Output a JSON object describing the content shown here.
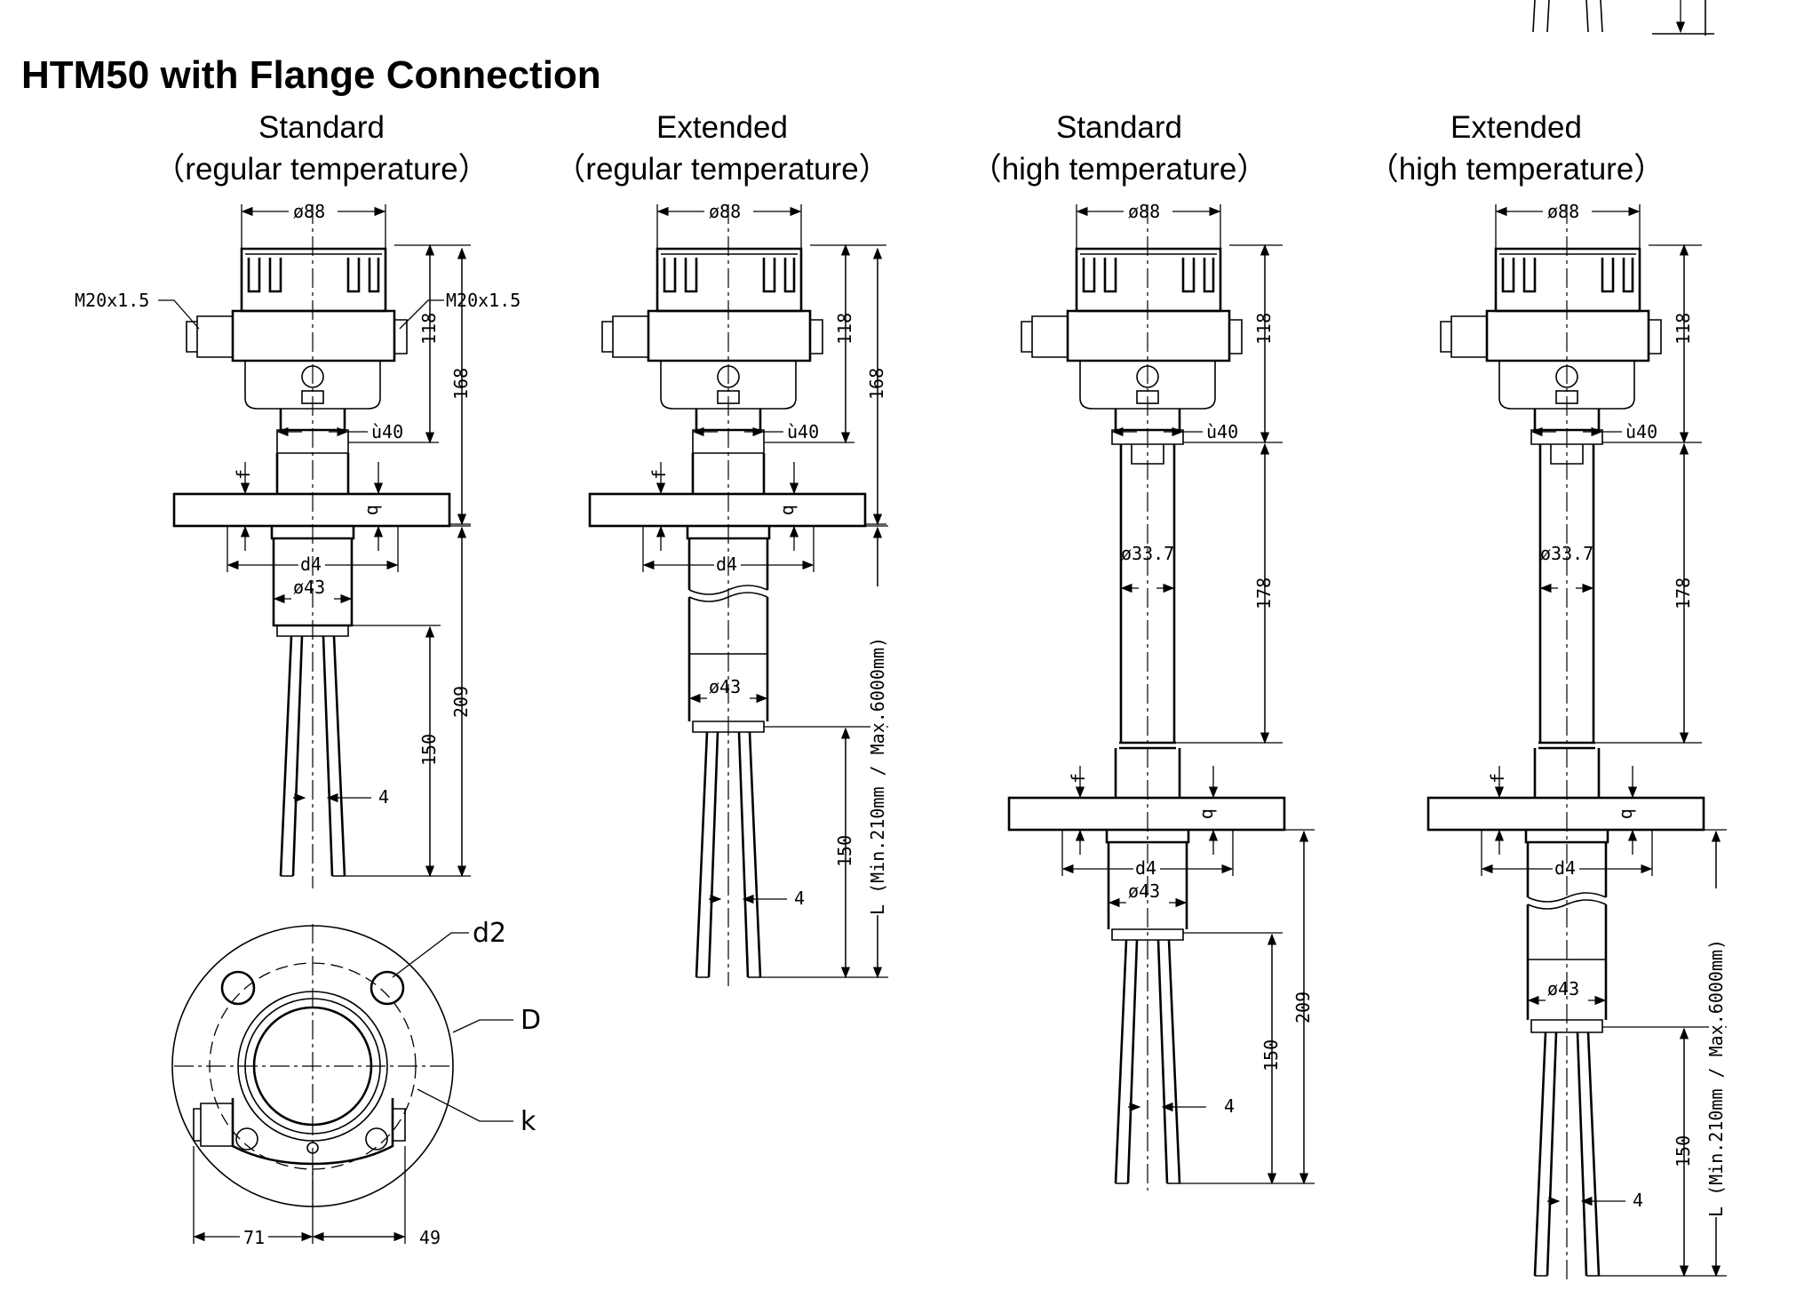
{
  "title": "HTM50 with Flange Connection",
  "columns": [
    {
      "line1": "Standard",
      "line2": "（regular temperature）"
    },
    {
      "line1": "Extended",
      "line2": "（regular temperature）"
    },
    {
      "line1": "Standard",
      "line2": "（high temperature）"
    },
    {
      "line1": "Extended",
      "line2": "（high temperature）"
    }
  ],
  "dims": {
    "d88": "ø88",
    "d40": "ù40",
    "d43": "ø43",
    "d337": "ø33.7",
    "thread": "M20x1.5",
    "h118": "118",
    "h168": "168",
    "h178": "178",
    "h209": "209",
    "h150": "150",
    "w4": "4",
    "f": "f",
    "b": "b",
    "d4": "d4",
    "Lrange": "L (Min.210mm / Max.6000mm)",
    "d2": "d2",
    "D": "D",
    "k": "k",
    "w71": "71",
    "w49": "49"
  }
}
